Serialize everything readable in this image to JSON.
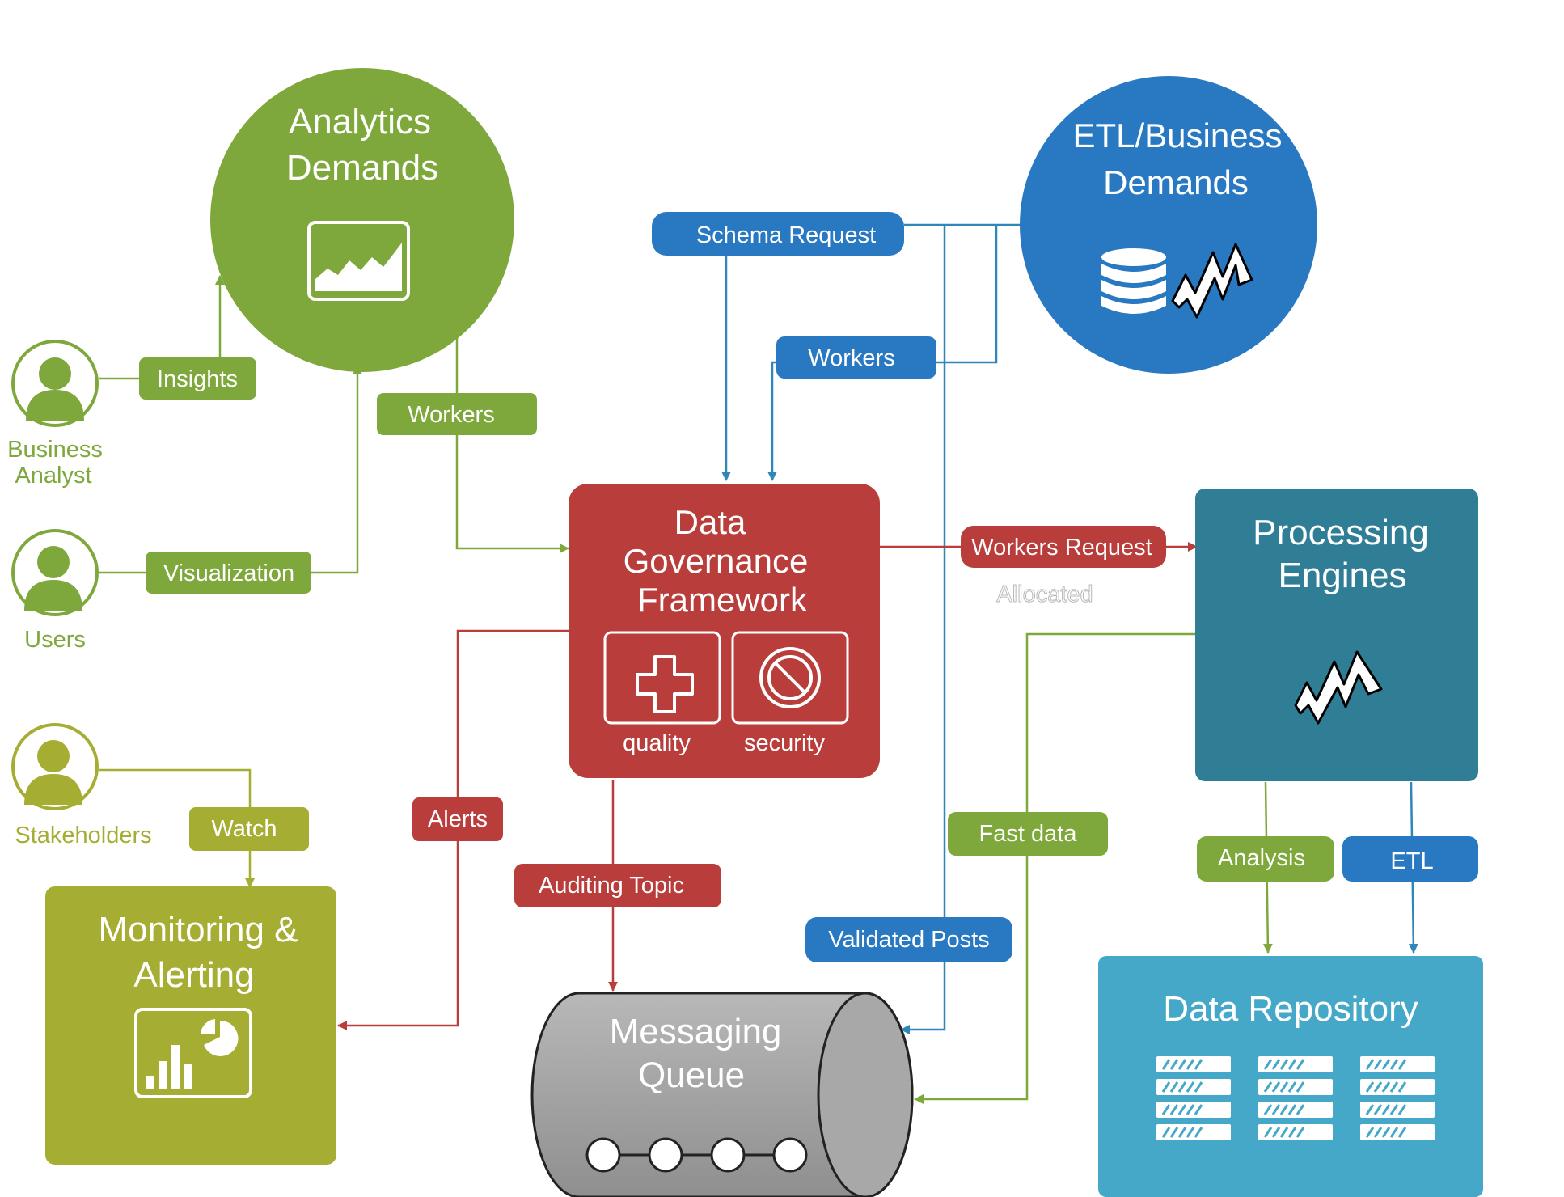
{
  "colors": {
    "green": "#7ea83b",
    "olive": "#a5ad33",
    "red": "#b83d3b",
    "blue": "#2878c2",
    "teal": "#2f7e96",
    "cyan": "#45a8c8",
    "gray": "#a5a5a5"
  },
  "nodes": {
    "analytics_demands": [
      "Analytics",
      "Demands"
    ],
    "etl_business_demands": [
      "ETL/Business",
      "Demands"
    ],
    "data_governance": [
      "Data",
      "Governance",
      "Framework"
    ],
    "quality": "quality",
    "security": "security",
    "processing_engines": [
      "Processing",
      "Engines"
    ],
    "monitoring_alerting": [
      "Monitoring &",
      "Alerting"
    ],
    "messaging_queue": [
      "Messaging",
      "Queue"
    ],
    "data_repository": "Data Repository"
  },
  "actors": {
    "business_analyst": [
      "Business",
      "Analyst"
    ],
    "users": "Users",
    "stakeholders": "Stakeholders"
  },
  "edge_labels": {
    "insights": "Insights",
    "visualization": "Visualization",
    "workers_green": "Workers",
    "schema_request": "Schema Request",
    "workers_blue": "Workers",
    "workers_request": "Workers Request",
    "allocated": "Allocated",
    "watch": "Watch",
    "alerts": "Alerts",
    "auditing_topic": "Auditing Topic",
    "fast_data": "Fast data",
    "validated_posts": "Validated Posts",
    "analysis": "Analysis",
    "etl": "ETL"
  }
}
